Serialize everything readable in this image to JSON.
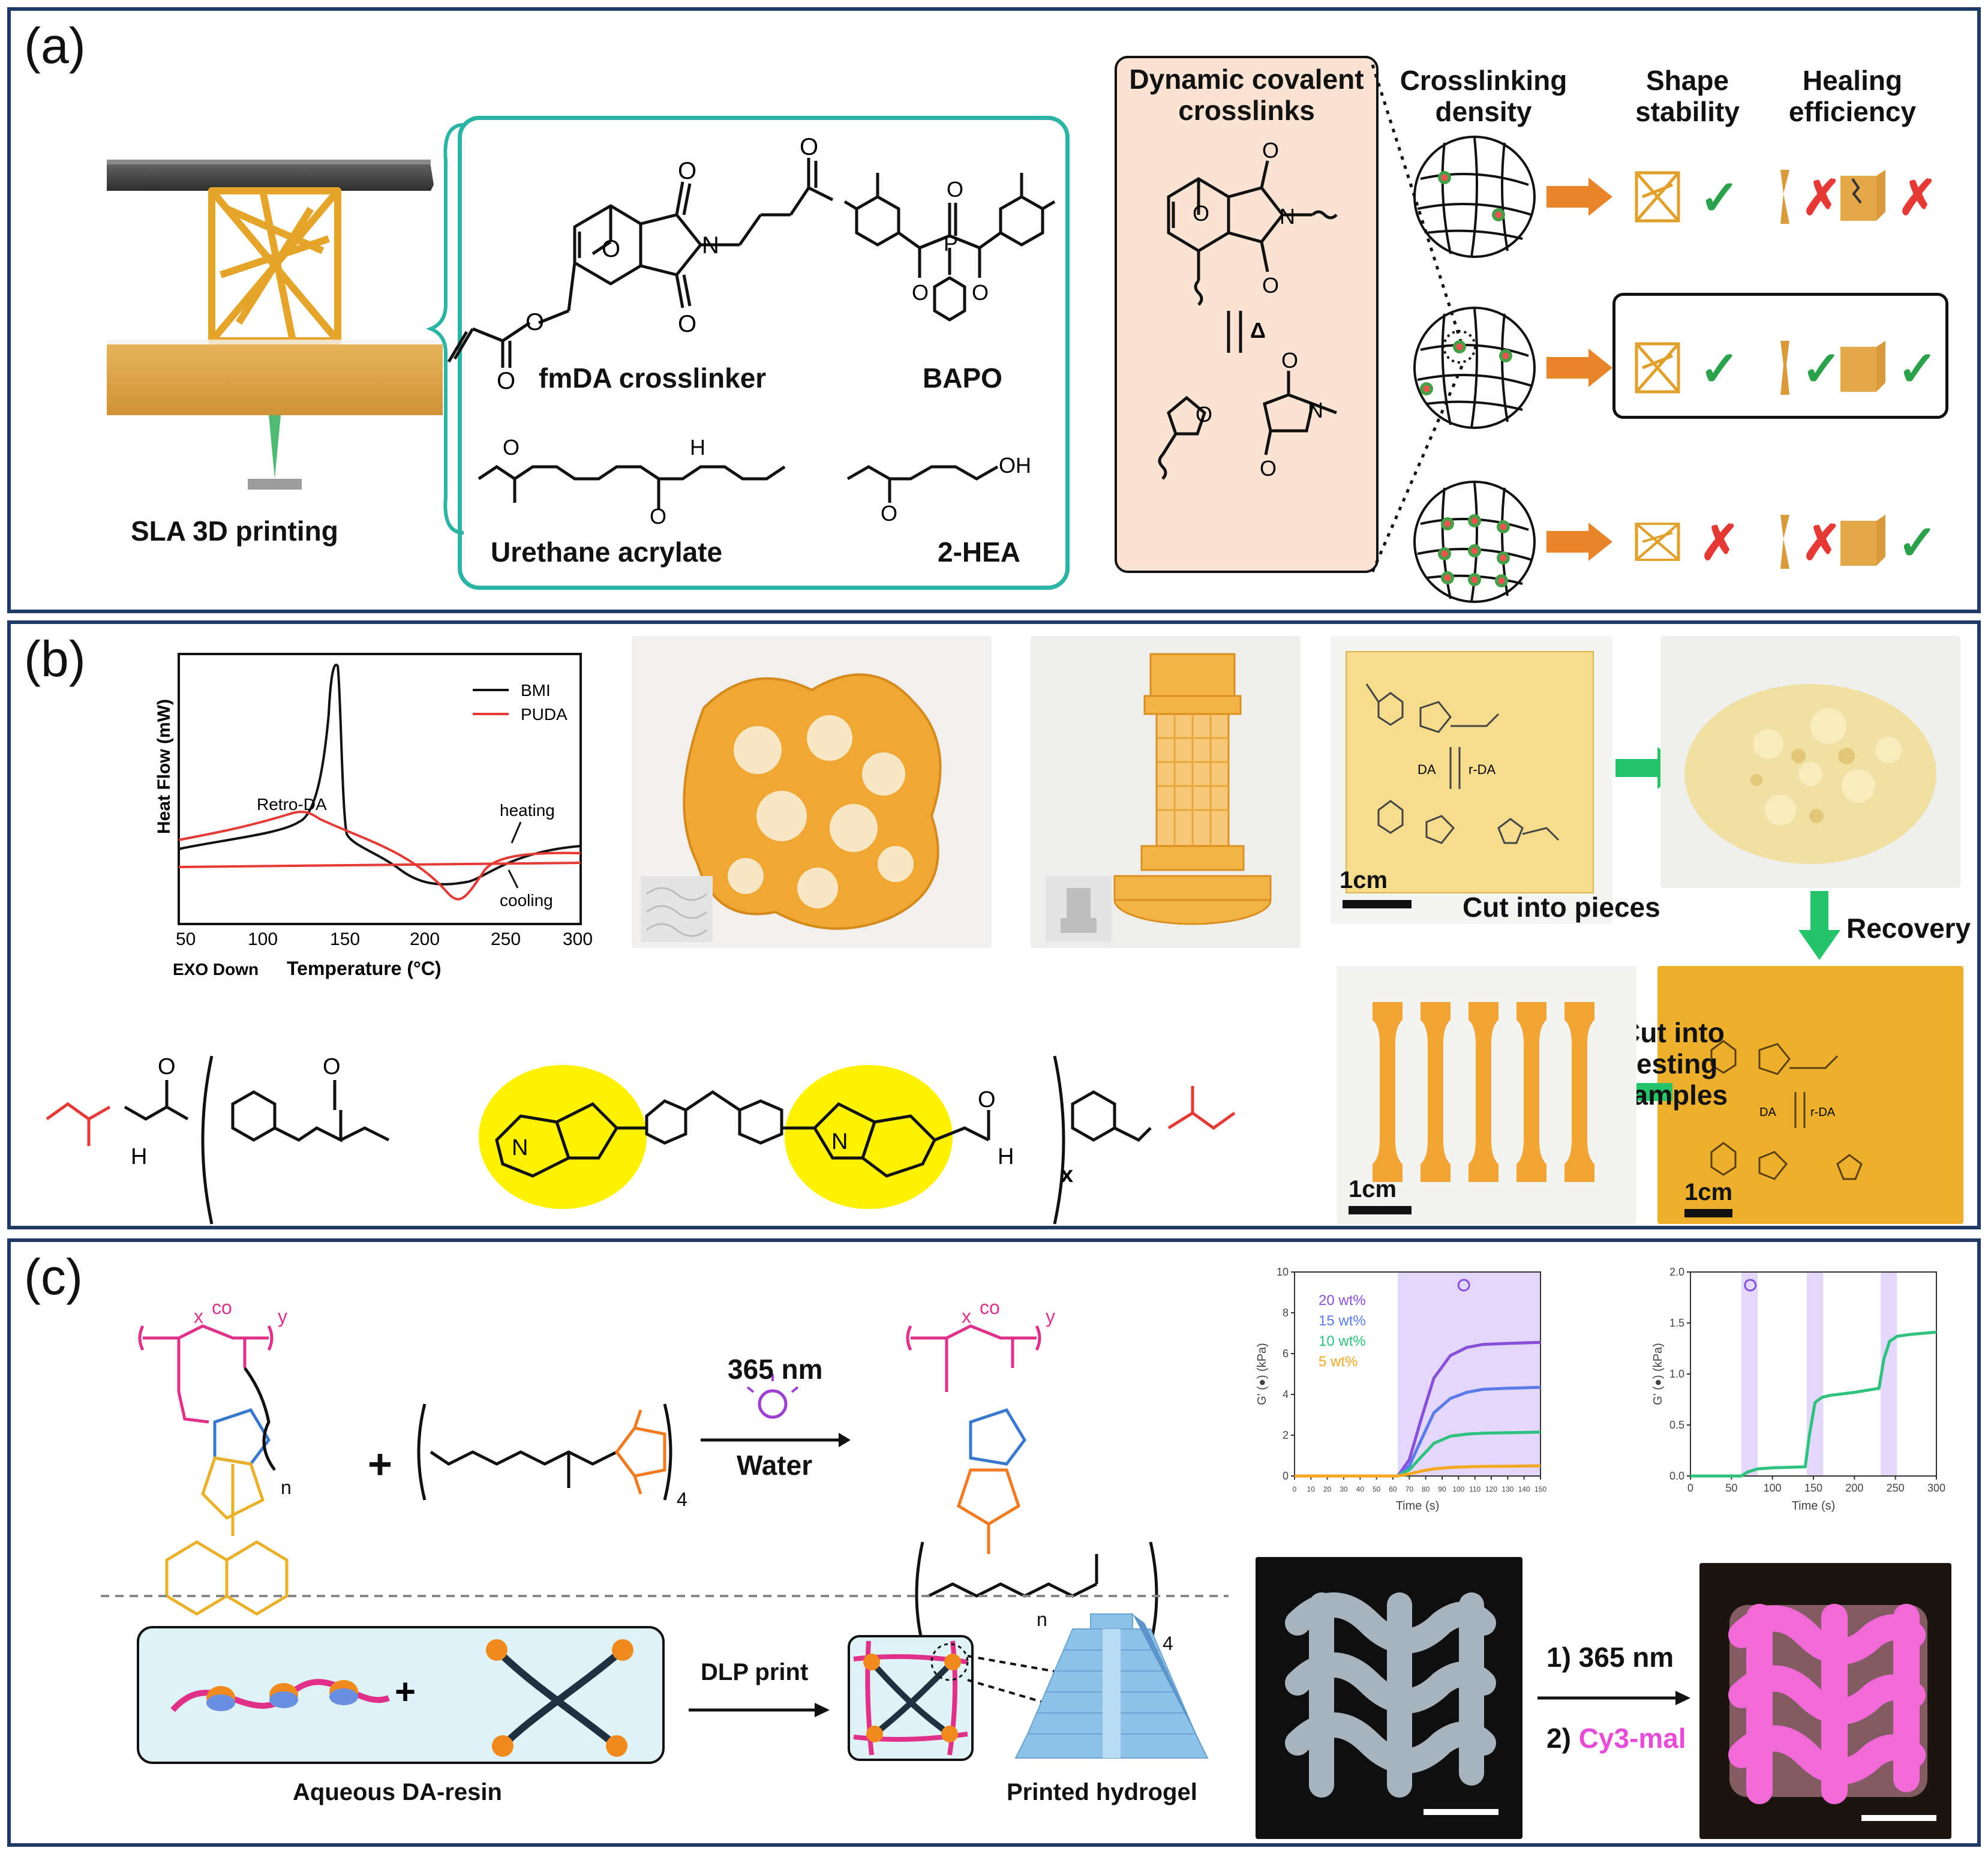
{
  "panel_a": {
    "label": "(a)",
    "printing_caption": "SLA 3D printing",
    "components": {
      "fmda": "fmDA crosslinker",
      "bapo": "BAPO",
      "urethane": "Urethane acrylate",
      "hea": "2-HEA",
      "atom_h": "H",
      "atom_oh": "OH"
    },
    "crosslinks_title": "Dynamic covalent crosslinks",
    "delta_symbol": "Δ",
    "columns": {
      "density": "Crosslinking density",
      "shape": "Shape stability",
      "healing": "Healing efficiency"
    },
    "rows": [
      {
        "shape": "✓",
        "healing_strip": "✗",
        "healing_cube": "✗"
      },
      {
        "shape": "✓",
        "healing_strip": "✓",
        "healing_cube": "✓"
      },
      {
        "shape": "✗",
        "healing_strip": "✗",
        "healing_cube": "✓"
      }
    ],
    "colors": {
      "check": "#2aa14a",
      "cross": "#e53935",
      "arrow": "#e8852b",
      "gold": "#e0a02a",
      "teal": "#2bb3a3"
    }
  },
  "panel_b": {
    "label": "(b)",
    "dsc": {
      "ylabel": "Heat Flow (mW)",
      "xlabel": "Temperature (°C)",
      "exo": "EXO Down",
      "ticks": [
        "50",
        "100",
        "150",
        "200",
        "250",
        "300"
      ],
      "legend": [
        "BMI",
        "PUDA"
      ],
      "annotations": {
        "retro": "Retro-DA",
        "heating": "heating",
        "cooling": "cooling"
      }
    },
    "recycle": {
      "da": "DA",
      "rda": "r-DA",
      "scale": "1cm",
      "cut_pieces": "Cut into pieces",
      "recovery": "Recovery",
      "cut_samples": "Cut into testing samples"
    },
    "molecule": {
      "x_sub": "x",
      "atom_n": "N",
      "atom_h": "H",
      "atom_o": "O"
    }
  },
  "panel_c": {
    "label": "(c)",
    "reaction": {
      "wavelength": "365 nm",
      "solvent": "Water",
      "sub_x": "x",
      "sub_y": "y",
      "sub_n": "n",
      "sub_4": "4",
      "co": "co",
      "plus": "+"
    },
    "schematic": {
      "resin": "Aqueous DA-resin",
      "dlp": "DLP print",
      "hydrogel": "Printed hydrogel"
    },
    "steps": {
      "step1": "1) 365 nm",
      "step2_prefix": "2) ",
      "step2_dye": "Cy3-mal"
    }
  },
  "chart_data": [
    {
      "type": "line",
      "title": "",
      "xlabel": "Time (s)",
      "ylabel": "G' (●) (kPa)",
      "xlim": [
        0,
        150
      ],
      "ylim": [
        0,
        10
      ],
      "xticks": [
        "0",
        "10",
        "20",
        "30",
        "40",
        "50",
        "60",
        "70",
        "80",
        "90",
        "100",
        "110",
        "120",
        "130",
        "140",
        "150"
      ],
      "yticks": [
        "0",
        "2",
        "4",
        "6",
        "8",
        "10"
      ],
      "shaded_region": [
        63,
        150
      ],
      "series": [
        {
          "name": "20 wt%",
          "color": "#8a4fd8",
          "x": [
            0,
            63,
            70,
            78,
            85,
            95,
            105,
            115,
            130,
            150
          ],
          "y": [
            0,
            0,
            0.8,
            3.0,
            4.8,
            5.9,
            6.3,
            6.45,
            6.5,
            6.55
          ]
        },
        {
          "name": "15 wt%",
          "color": "#5b7bea",
          "x": [
            0,
            63,
            70,
            78,
            85,
            95,
            105,
            115,
            130,
            150
          ],
          "y": [
            0,
            0,
            0.5,
            1.9,
            3.1,
            3.8,
            4.1,
            4.25,
            4.3,
            4.35
          ]
        },
        {
          "name": "10 wt%",
          "color": "#2ec27e",
          "x": [
            0,
            63,
            70,
            78,
            85,
            95,
            105,
            115,
            130,
            150
          ],
          "y": [
            0,
            0,
            0.3,
            1.0,
            1.6,
            1.95,
            2.05,
            2.1,
            2.12,
            2.15
          ]
        },
        {
          "name": "5 wt%",
          "color": "#f5a623",
          "x": [
            0,
            63,
            70,
            78,
            85,
            95,
            105,
            115,
            130,
            150
          ],
          "y": [
            0,
            0,
            0.1,
            0.25,
            0.35,
            0.42,
            0.45,
            0.47,
            0.48,
            0.5
          ]
        }
      ]
    },
    {
      "type": "line",
      "title": "",
      "xlabel": "Time (s)",
      "ylabel": "G' (●) (kPa)",
      "xlim": [
        0,
        300
      ],
      "ylim": [
        0,
        2.0
      ],
      "xticks": [
        "0",
        "50",
        "100",
        "150",
        "200",
        "250",
        "300"
      ],
      "yticks": [
        "0.0",
        "0.5",
        "1.0",
        "1.5",
        "2.0"
      ],
      "shaded_regions": [
        [
          62,
          82
        ],
        [
          142,
          162
        ],
        [
          232,
          252
        ]
      ],
      "series": [
        {
          "name": "",
          "color": "#2ec27e",
          "x": [
            0,
            62,
            70,
            82,
            100,
            140,
            145,
            152,
            160,
            170,
            200,
            230,
            236,
            243,
            252,
            270,
            300
          ],
          "y": [
            0,
            0,
            0.04,
            0.07,
            0.08,
            0.09,
            0.4,
            0.72,
            0.77,
            0.79,
            0.82,
            0.86,
            1.15,
            1.32,
            1.37,
            1.39,
            1.41
          ]
        }
      ]
    }
  ]
}
